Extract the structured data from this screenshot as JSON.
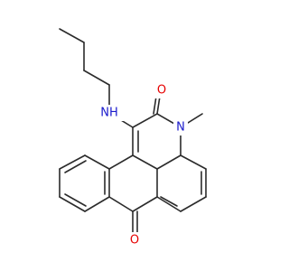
{
  "atom_labels": {
    "nh": "NH",
    "n": "N",
    "o_top": "O",
    "o_bottom": "O"
  },
  "colors": {
    "bond": "#2b2b2b",
    "nitrogen": "#1a1acc",
    "oxygen": "#e60000",
    "background": "#ffffff"
  }
}
